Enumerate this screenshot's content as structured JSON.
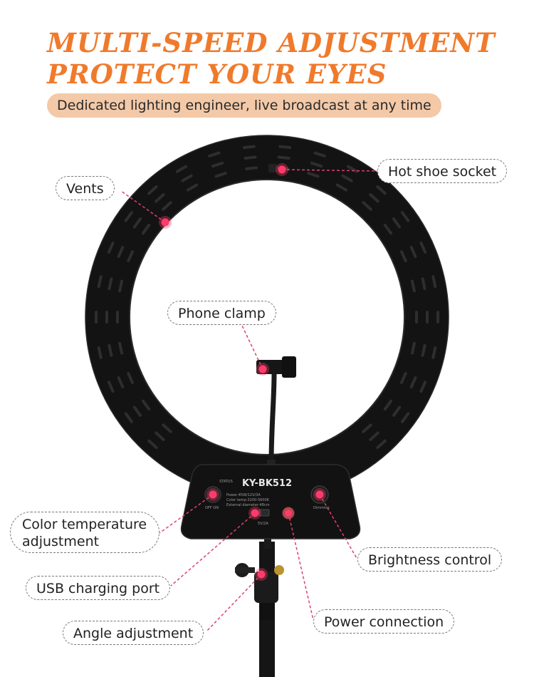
{
  "headline": {
    "line1": "MULTI-SPEED ADJUSTMENT",
    "line2": "PROTECT YOUR EYES",
    "subtitle": "Dedicated lighting engineer, live broadcast at any time"
  },
  "device": {
    "model": "KY-BK512",
    "spec_lines": [
      "Power:45W/12V/3A",
      "Color temp:3200-5600K",
      "External diameter:48cm"
    ],
    "knob_left_label": "STATUS",
    "knob_left_switch": "OFF  ON",
    "knob_right_label": "Dimming",
    "usb_label": "5V/2A"
  },
  "labels": {
    "hot_shoe": "Hot shoe socket",
    "vents": "Vents",
    "phone_clamp": "Phone clamp",
    "color_temp_line1": "Color temperature",
    "color_temp_line2": "adjustment",
    "brightness": "Brightness control",
    "usb": "USB charging port",
    "power": "Power connection",
    "angle": "Angle adjustment"
  },
  "colors": {
    "accent": "#f07a2b",
    "pill": "#f3c9a8",
    "marker": "#ff3b6b",
    "callout_line": "#e0416a",
    "device": "#141414"
  }
}
